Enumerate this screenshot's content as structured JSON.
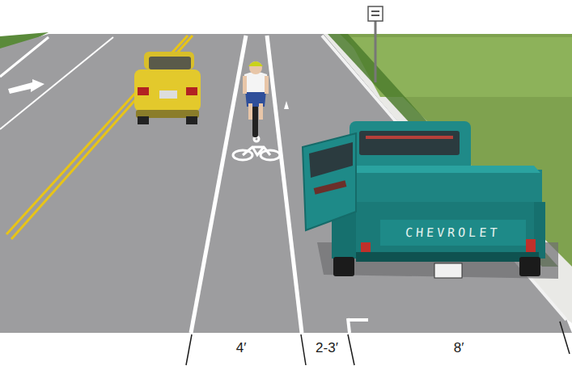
{
  "diagram": {
    "labels": [
      "4′",
      "2-3′",
      "8′",
      "CHEVROLET"
    ]
  }
}
